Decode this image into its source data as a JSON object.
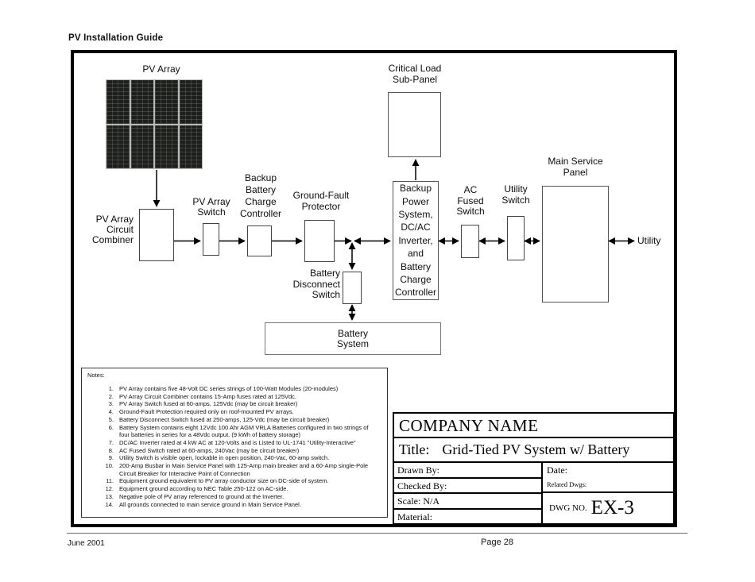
{
  "page": {
    "header": "PV Installation Guide",
    "footer": {
      "date": "June 2001",
      "page": "Page 28"
    }
  },
  "diagram": {
    "labels": {
      "pv_array": "PV Array",
      "combiner": "PV Array\nCircuit\nCombiner",
      "pv_switch": "PV Array\nSwitch",
      "charge_controller": "Backup\nBattery\nCharge\nController",
      "gfp": "Ground-Fault\nProtector",
      "clsp": "Critical Load\nSub-Panel",
      "bps": "Backup\nPower\nSystem,\nDC/AC\nInverter,\nand\nBattery\nCharge\nController",
      "bds": "Battery\nDisconnect\nSwitch",
      "battery_system": "Battery\nSystem",
      "ac_fused": "AC\nFused\nSwitch",
      "utility_switch": "Utility\nSwitch",
      "msp": "Main Service\nPanel",
      "utility": "Utility"
    },
    "colors": {
      "ink": "#000000",
      "panel_cell": "#1d1f1c",
      "panel_frame": "#b9b9b9"
    }
  },
  "notes": {
    "heading": "Notes:",
    "items": [
      {
        "num": "1.",
        "text": "PV Array contains five 48-Volt DC series strings of 100-Watt Modules (20-modules)"
      },
      {
        "num": "2.",
        "text": "PV Array Circuit Combiner contains 15-Amp fuses rated at 125Vdc."
      },
      {
        "num": "3.",
        "text": "PV Array Switch fused at 60-amps, 125Vdc (may be circuit breaker)"
      },
      {
        "num": "4.",
        "text": "Ground-Fault Protection required only on roof-mounted PV arrays."
      },
      {
        "num": "5.",
        "text": "Battery Disconnect Switch fused at 250-amps, 125-Vdc (may be circuit breaker)"
      },
      {
        "num": "6.",
        "text": "Battery System contains eight 12Vdc 100 Ahr AGM VRLA Batteries configured in two strings of four batteries in series for a 48Vdc output. (9 kWh of battery storage)"
      },
      {
        "num": "7.",
        "text": "DC/AC Inverter rated at 4 kW AC at 120-Volts and is Listed to UL-1741 \"Utility-Interactive\""
      },
      {
        "num": "8.",
        "text": "AC Fused Switch rated at 60-amps, 240Vac (may be circuit breaker)"
      },
      {
        "num": "9.",
        "text": "Utility Switch is visible open, lockable in open position, 240-Vac, 60-amp switch."
      },
      {
        "num": "10.",
        "text": "200-Amp Busbar in Main Service Panel with 125-Amp main breaker and a 60-Amp single-Pole Circuit Breaker for Interactive Point of Connection"
      },
      {
        "num": "11.",
        "text": "Equipment ground equivalent to PV array conductor size on DC-side of system."
      },
      {
        "num": "12.",
        "text": "Equipment ground according to NEC Table 250-122 on AC-side."
      },
      {
        "num": "13.",
        "text": "Negative pole of PV array referenced to ground at the Inverter."
      },
      {
        "num": "14.",
        "text": "All grounds connected to main service ground in Main Service Panel."
      }
    ]
  },
  "title_block": {
    "company": "COMPANY NAME",
    "title_label": "Title:",
    "title": "Grid-Tied PV System w/ Battery",
    "drawn_by": "Drawn By:",
    "checked_by": "Checked By:",
    "scale": "Scale: N/A",
    "material": "Material:",
    "date": "Date:",
    "related_dwgs": "Related Dwgs:",
    "dwg_no_label": "DWG NO.",
    "dwg_no": "EX-3"
  }
}
